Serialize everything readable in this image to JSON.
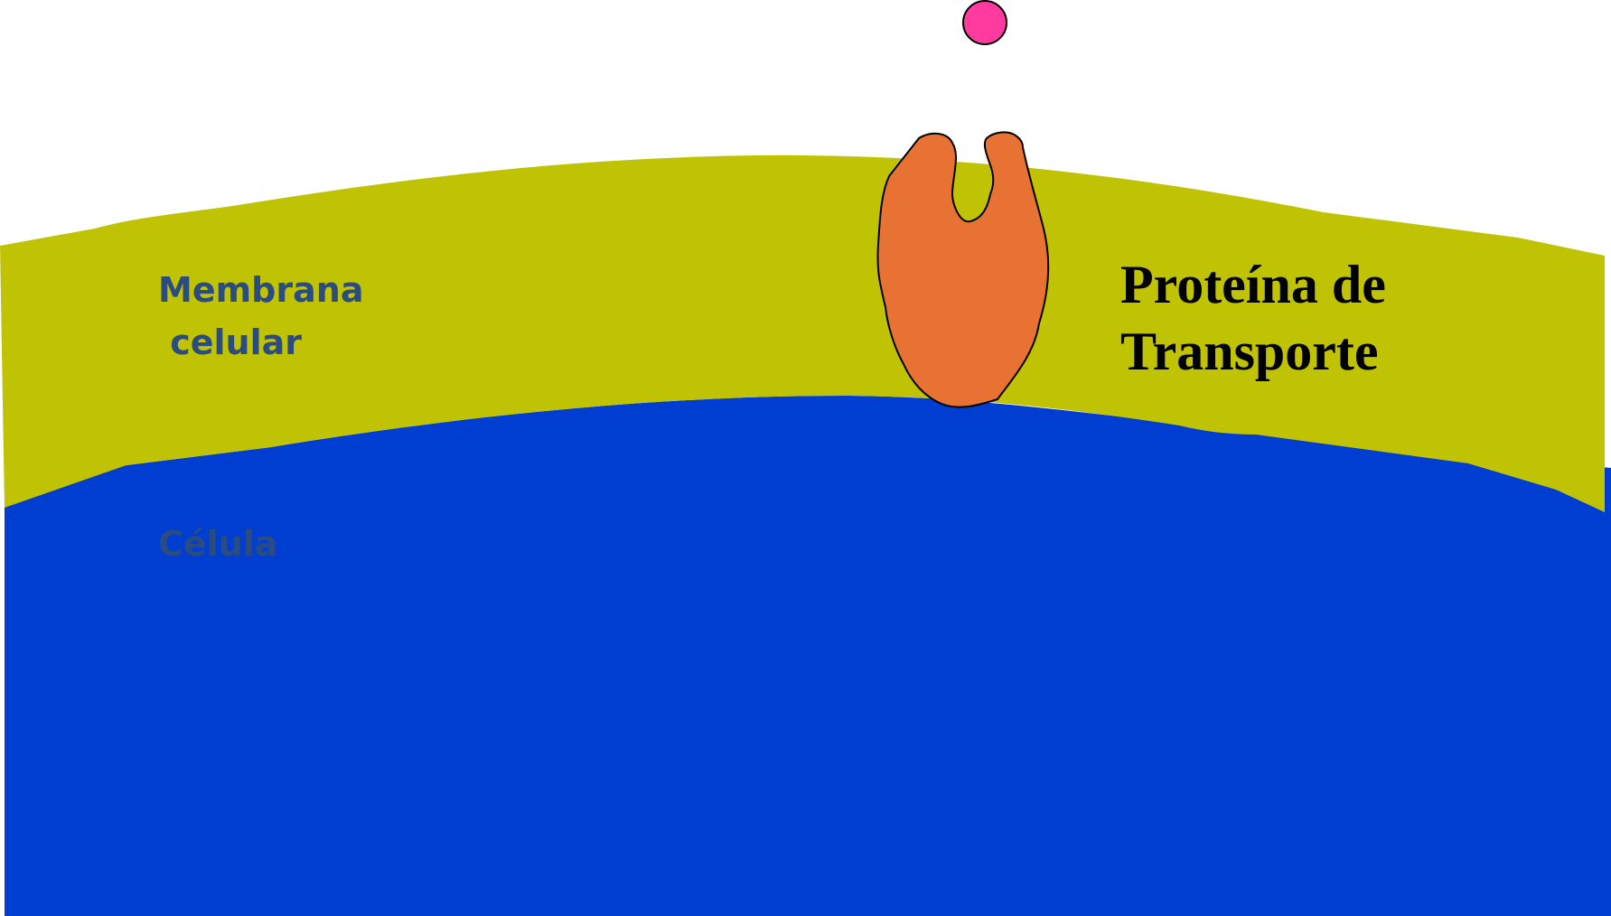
{
  "labels": {
    "membrane_line1": "Membrana",
    "membrane_line2": " celular",
    "cell": "Célula",
    "protein_line1": "Proteína de",
    "protein_line2": "Transporte"
  },
  "colors": {
    "cell": "#003ed2",
    "membrane": "#c0c204",
    "protein": "#e87234",
    "molecule": "#ff3ba0",
    "label_blue": "#2a4c80"
  }
}
